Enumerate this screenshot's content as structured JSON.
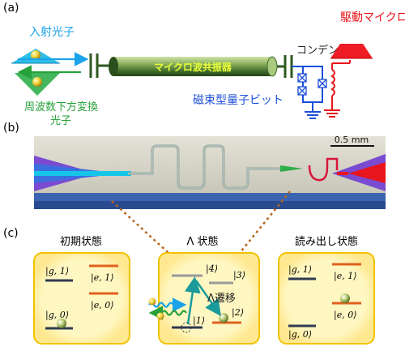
{
  "panels": {
    "a": "(a)",
    "b": "(b)",
    "c": "(c)"
  },
  "panel_a": {
    "incident_photon": "入射光子",
    "resonator": "マイクロ波共振器",
    "capacitor": "コンデンサ",
    "drive": "駆動マイクロ波",
    "downconverted_line1": "周波数下方変換",
    "downconverted_line2": "光子",
    "qubit": "磁束型量子ビット"
  },
  "panel_b": {
    "scale": "0.5 mm"
  },
  "panel_c": {
    "initial": {
      "title": "初期状態",
      "g1": "|g, 1⟩",
      "e1": "|e, 1⟩",
      "e0": "|e, 0⟩",
      "g0": "|g, 0⟩"
    },
    "lambda": {
      "title": "Λ 状態",
      "s4": "|4⟩",
      "s3": "|3⟩",
      "s1": "|1⟩",
      "s2": "|2⟩",
      "transition": "Λ遷移"
    },
    "readout": {
      "title": "読み出し状態",
      "g1": "|g, 1⟩",
      "e1": "|e, 1⟩",
      "e0": "|e, 0⟩",
      "g0": "|g, 0⟩"
    }
  },
  "colors": {
    "blue": "#1aa3e8",
    "green": "#27a13a",
    "red": "#e8151c",
    "resonator": "#3a6e2b",
    "qubit_blue": "#1c4fd8",
    "box_fill": "#fff7c2",
    "box_border": "#f0c200",
    "level_dark": "#2c3a52",
    "level_orange": "#e0611e",
    "level_gray": "#9a9a9a"
  }
}
